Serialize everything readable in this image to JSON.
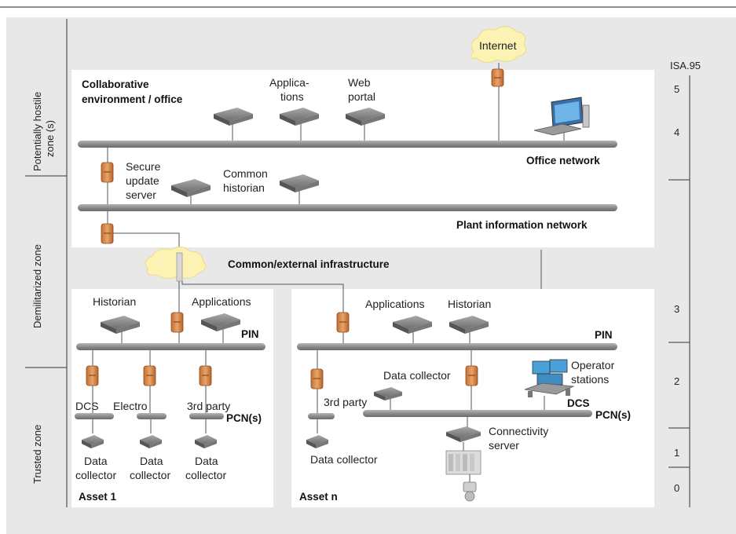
{
  "internet": "Internet",
  "isa": {
    "title": "ISA.95",
    "levels": [
      "5",
      "4",
      "3",
      "2",
      "1",
      "0"
    ]
  },
  "zones": {
    "hostile_line1": "Potentially hostile",
    "hostile_line2": "zone (s)",
    "dmz": "Demilitarized zone",
    "trusted": "Trusted zone"
  },
  "office": {
    "title_line1": "Collaborative",
    "title_line2": "environment / office",
    "apps_line1": "Applica-",
    "apps_line2": "tions",
    "web_line1": "Web",
    "web_line2": "portal",
    "network": "Office network"
  },
  "plant": {
    "secure_line1": "Secure",
    "secure_line2": "update",
    "secure_line3": "server",
    "historian_line1": "Common",
    "historian_line2": "historian",
    "network": "Plant information network"
  },
  "infra": "Common/external infrastructure",
  "asset1": {
    "title": "Asset 1",
    "historian": "Historian",
    "applications": "Applications",
    "pin": "PIN",
    "dcs": "DCS",
    "electro": "Electro",
    "third_party": "3rd party",
    "pcn": "PCN(s)",
    "collector_line1": "Data",
    "collector_line2": "collector"
  },
  "assetn": {
    "title": "Asset n",
    "applications": "Applications",
    "historian": "Historian",
    "pin": "PIN",
    "data_collector": "Data collector",
    "operator_line1": "Operator",
    "operator_line2": "stations",
    "third_party": "3rd party",
    "dcs": "DCS",
    "pcn": "PCN(s)",
    "data_collector_bottom": "Data collector",
    "connectivity_line1": "Connectivity",
    "connectivity_line2": "server"
  },
  "colors": {
    "panel_bg": "#e8e8e8",
    "box_bg": "#ffffff",
    "bus": "#8c8c8c",
    "firewall": "#d2874a",
    "cloud": "#fbf2b4",
    "line": "#666666"
  }
}
